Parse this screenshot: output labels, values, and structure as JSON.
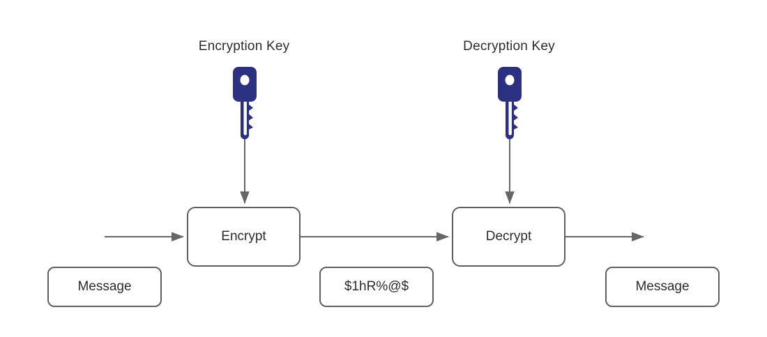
{
  "diagram": {
    "title": "Symmetric/asymmetric encryption and decryption flow",
    "background": "#ffffff",
    "colors": {
      "key_navy": "#2b3180",
      "stroke_gray": "#5e5e5e",
      "arrow_gray": "#666666",
      "text": "#2b2b2b",
      "key_hole": "#ffffff"
    },
    "labels": {
      "encryption_key": "Encryption Key",
      "decryption_key": "Decryption Key"
    },
    "process_boxes": [
      {
        "id": "encrypt",
        "label": "Encrypt"
      },
      {
        "id": "decrypt",
        "label": "Decrypt"
      }
    ],
    "data_boxes": [
      {
        "id": "plaintext-in",
        "label": "Message"
      },
      {
        "id": "ciphertext",
        "label": "$1hR%@$"
      },
      {
        "id": "plaintext-out",
        "label": "Message"
      }
    ],
    "icons": {
      "encryption_key_icon": "key-icon",
      "decryption_key_icon": "key-icon"
    },
    "connectors": [
      {
        "id": "input-to-encrypt",
        "from": "message-in",
        "to": "encrypt",
        "direction": "right"
      },
      {
        "id": "encryption-key-to-encrypt",
        "from": "encryption-key",
        "to": "encrypt",
        "direction": "down"
      },
      {
        "id": "encrypt-to-decrypt",
        "from": "encrypt",
        "to": "decrypt",
        "direction": "right"
      },
      {
        "id": "decryption-key-to-decrypt",
        "from": "decryption-key",
        "to": "decrypt",
        "direction": "down"
      },
      {
        "id": "decrypt-to-output",
        "from": "decrypt",
        "to": "message-out",
        "direction": "right"
      }
    ]
  }
}
